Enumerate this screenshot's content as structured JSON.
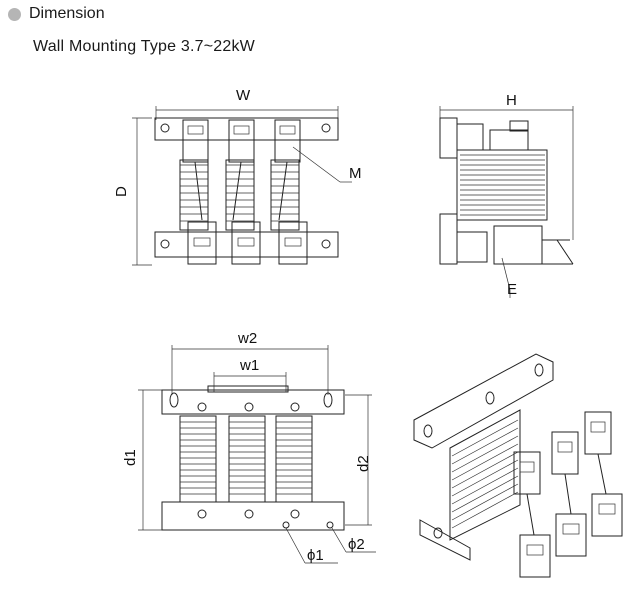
{
  "header": {
    "title": "Dimension",
    "subtitle": "Wall Mounting Type 3.7~22kW"
  },
  "labels": {
    "W": "W",
    "H": "H",
    "D": "D",
    "M": "M",
    "E": "E",
    "w1": "w1",
    "w2": "w2",
    "d1": "d1",
    "d2": "d2",
    "phi1": "ϕ1",
    "phi2": "ϕ2"
  },
  "colors": {
    "bullet": "#b5b5b5",
    "line": "#222222"
  }
}
